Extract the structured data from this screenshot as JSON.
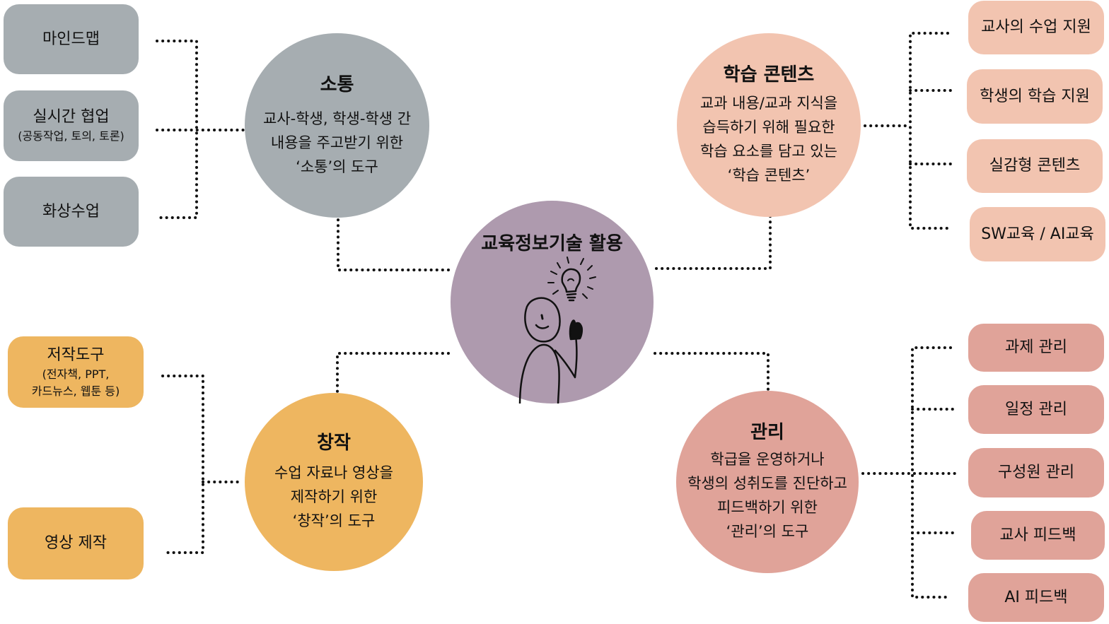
{
  "center": {
    "title": "교육정보기술 활용"
  },
  "categories": {
    "communication": {
      "title": "소통",
      "desc": [
        "교사-학생, 학생-학생 간",
        "내용을 주고받기 위한",
        "‘소통’의 도구"
      ],
      "items": [
        {
          "label": "마인드맵",
          "sub": ""
        },
        {
          "label": "실시간 협업",
          "sub": "(공동작업, 토의, 토론)"
        },
        {
          "label": "화상수업",
          "sub": ""
        }
      ]
    },
    "content": {
      "title": "학습 콘텐츠",
      "desc": [
        "교과 내용/교과 지식을",
        "습득하기 위해 필요한",
        "학습 요소를 담고 있는",
        "‘학습 콘텐츠’"
      ],
      "items": [
        {
          "label": "교사의 수업 지원"
        },
        {
          "label": "학생의 학습 지원"
        },
        {
          "label": "실감형 콘텐츠"
        },
        {
          "label": "SW교육 / AI교육"
        }
      ]
    },
    "creation": {
      "title": "창작",
      "desc": [
        "수업 자료나 영상을",
        "제작하기 위한",
        "‘창작’의 도구"
      ],
      "items": [
        {
          "label": "저작도구",
          "sub1": "(전자책, PPT,",
          "sub2": "카드뉴스, 웹툰 등)"
        },
        {
          "label": "영상 제작"
        }
      ]
    },
    "management": {
      "title": "관리",
      "desc": [
        "학급을 운영하거나",
        "학생의 성취도를 진단하고",
        "피드백하기 위한",
        "‘관리’의 도구"
      ],
      "items": [
        {
          "label": "과제 관리"
        },
        {
          "label": "일정 관리"
        },
        {
          "label": "구성원 관리"
        },
        {
          "label": "교사 피드백"
        },
        {
          "label": "AI 피드백"
        }
      ]
    }
  },
  "colors": {
    "communication": "#a6adb1",
    "content": "#f2c4b0",
    "management": "#e0a399",
    "creation": "#eeb660",
    "center": "#ae9aae"
  }
}
